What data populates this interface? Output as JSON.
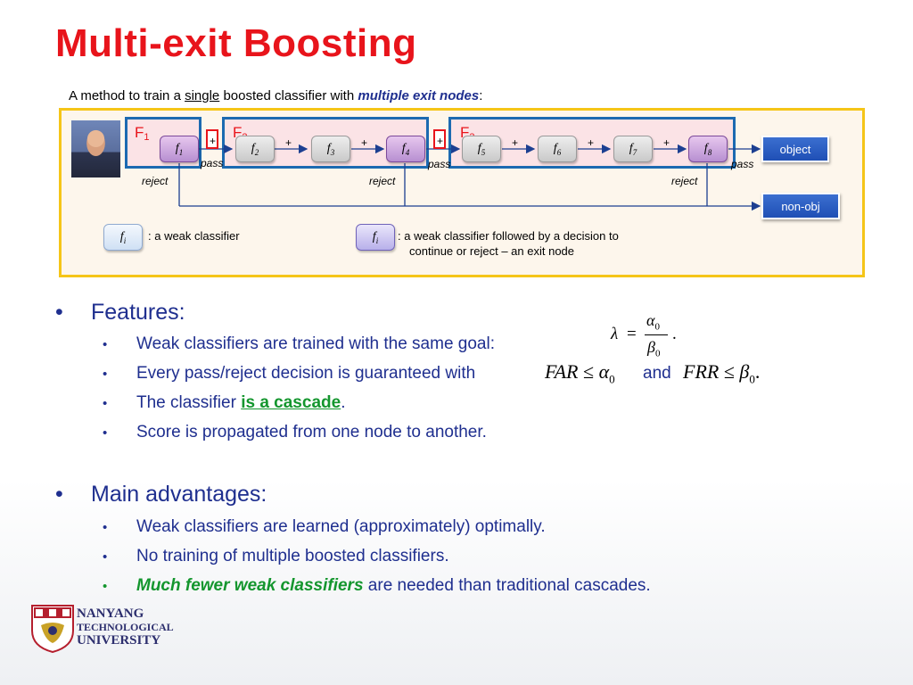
{
  "title": "Multi-exit Boosting",
  "subtitle": {
    "pre": "A method to train a ",
    "underlined": "single",
    "mid": " boosted classifier with ",
    "emph": "multiple exit nodes",
    "post": ":"
  },
  "diagram": {
    "groups": [
      {
        "letter": "F",
        "index": "1"
      },
      {
        "letter": "F",
        "index": "2"
      },
      {
        "letter": "F",
        "index": "3"
      }
    ],
    "nodes": [
      {
        "letter": "f",
        "index": "1"
      },
      {
        "letter": "f",
        "index": "2"
      },
      {
        "letter": "f",
        "index": "3"
      },
      {
        "letter": "f",
        "index": "4"
      },
      {
        "letter": "f",
        "index": "5"
      },
      {
        "letter": "f",
        "index": "6"
      },
      {
        "letter": "f",
        "index": "7"
      },
      {
        "letter": "f",
        "index": "8"
      }
    ],
    "plus": "+",
    "pass_label": "pass",
    "reject_label": "reject",
    "object_label": "object",
    "nonobj_label": "non-obj"
  },
  "legend": {
    "node_letter": "f",
    "node_index": "i",
    "weak_text": ": a weak classifier",
    "exit_text_line1": ": a weak classifier followed by a decision to",
    "exit_text_line2": "continue or reject – an exit node"
  },
  "features": {
    "heading": "Features:",
    "item1": "Weak classifiers are trained with the same goal:",
    "item2_pre": "Every pass/reject decision is guaranteed with",
    "item2_and": "and",
    "item3_pre": "The classifier ",
    "item3_link": "is a cascade",
    "item3_post": ".",
    "item4": "Score is propagated from one node to another."
  },
  "math": {
    "lambda": "λ",
    "eq": "=",
    "alpha0": "α",
    "beta0": "β",
    "zero": "0",
    "dot": ".",
    "far": "FAR",
    "frr": "FRR",
    "le": "≤"
  },
  "advantages": {
    "heading": "Main advantages:",
    "item1": "Weak classifiers are learned (approximately) optimally.",
    "item2": "No training of multiple boosted classifiers.",
    "item3_emph": "Much fewer weak classifiers",
    "item3_post": " are needed than traditional cascades."
  },
  "bullet_char": "•",
  "logo": {
    "line1": "NANYANG",
    "line2": "TECHNOLOGICAL",
    "line3": "UNIVERSITY"
  }
}
